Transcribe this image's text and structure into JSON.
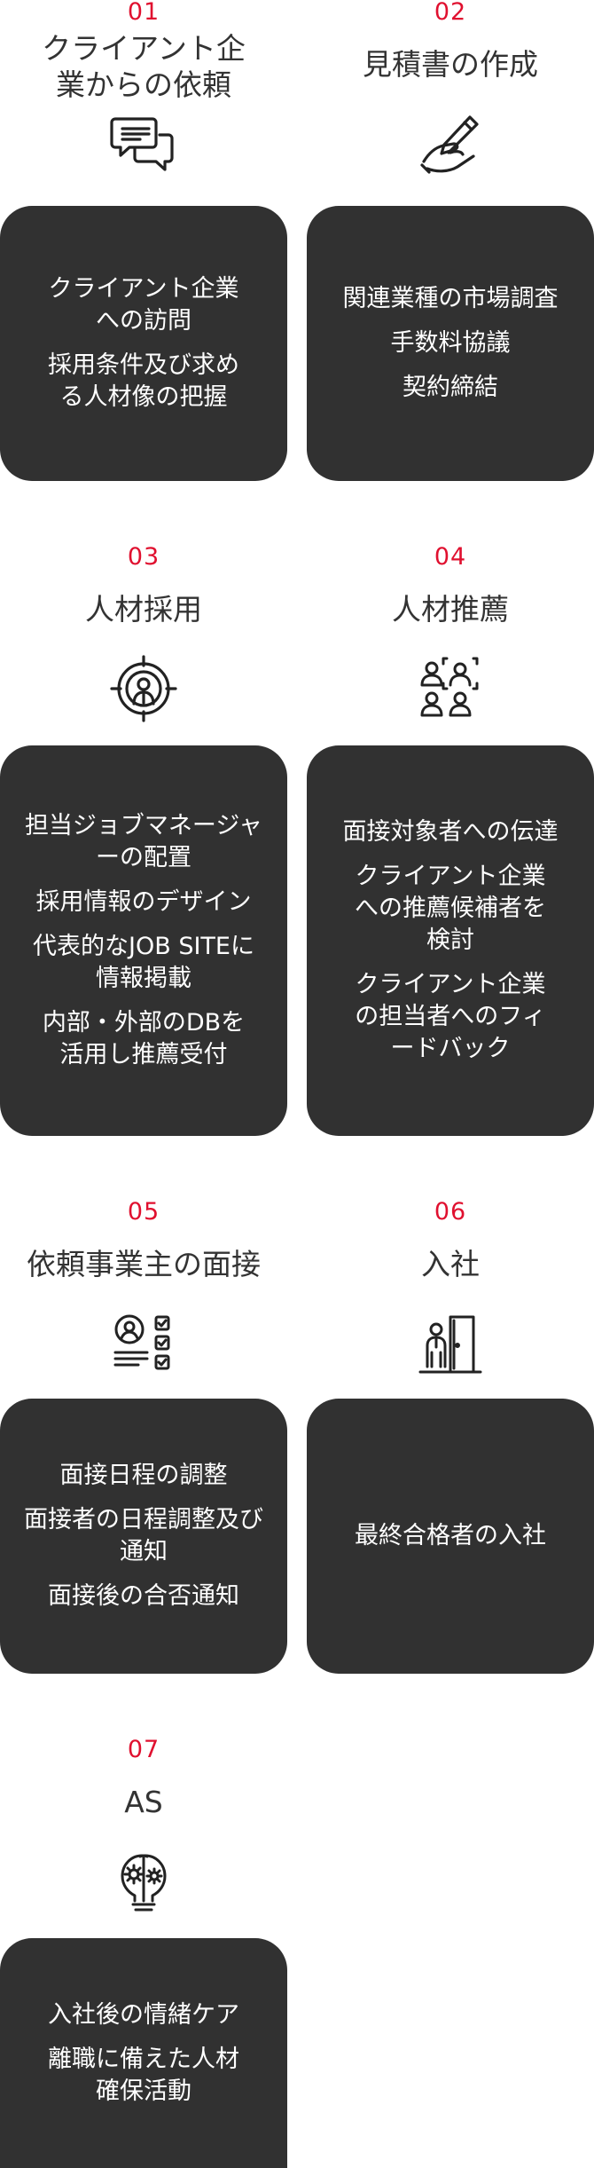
{
  "steps": [
    {
      "number": "01",
      "title": "クライアント企業からの依頼",
      "icon": "chat-bubbles-icon",
      "items": [
        "クライアント企業への訪問",
        "採用条件及び求める人材像の把握"
      ]
    },
    {
      "number": "02",
      "title": "見積書の作成",
      "icon": "hand-writing-icon",
      "items": [
        "関連業種の市場調査",
        "手数料協議",
        "契約締結"
      ]
    },
    {
      "number": "03",
      "title": "人材採用",
      "icon": "target-person-icon",
      "items": [
        "担当ジョブマネージャーの配置",
        "採用情報のデザイン",
        "代表的なJOB SITEに情報掲載",
        "内部・外部のDBを活用し推薦受付"
      ]
    },
    {
      "number": "04",
      "title": "人材推薦",
      "icon": "people-focus-icon",
      "items": [
        "面接対象者への伝達",
        "クライアント企業への推薦候補者を検討",
        "クライアント企業の担当者へのフィードバック"
      ]
    },
    {
      "number": "05",
      "title": "依頼事業主の面接",
      "icon": "profile-checklist-icon",
      "items": [
        "面接日程の調整",
        "面接者の日程調整及び通知",
        "面接後の合否通知"
      ]
    },
    {
      "number": "06",
      "title": "入社",
      "icon": "person-door-icon",
      "items": [
        "最終合格者の入社"
      ]
    },
    {
      "number": "07",
      "title": "AS",
      "icon": "gear-bulbs-icon",
      "items": [
        "入社後の情緒ケア",
        "離職に備えた人材確保活動"
      ]
    }
  ]
}
